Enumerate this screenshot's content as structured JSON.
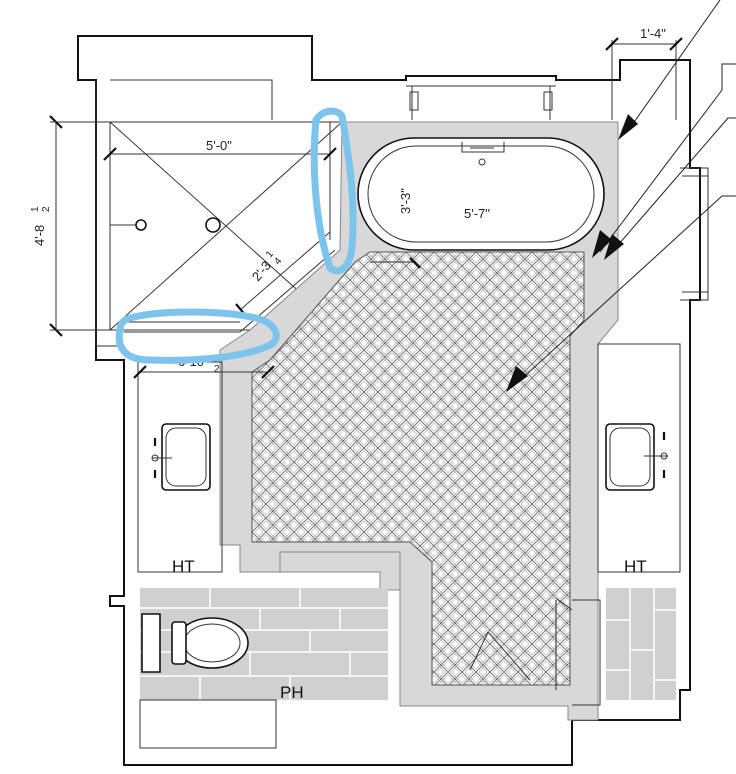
{
  "plan": {
    "dimensions": {
      "top_right": "1'-4\"",
      "shower_width": "5'-0\"",
      "shower_depth": "4'-8",
      "shower_depth_frac_num": "1",
      "shower_depth_frac_den": "2",
      "diagonal": "2'-3",
      "diagonal_frac_num": "1",
      "diagonal_frac_den": "4",
      "bottom_partial": "6-10",
      "bottom_partial_frac_den": "2",
      "tub_depth": "3'-3\"",
      "tub_width": "5'-7\""
    },
    "labels": {
      "vanity_left": "HT",
      "vanity_right": "HT",
      "toilet_room": "PH"
    },
    "colors": {
      "highlight": "#7cc4ec",
      "tile": "#d8d8d8",
      "wall": "#111111"
    }
  }
}
